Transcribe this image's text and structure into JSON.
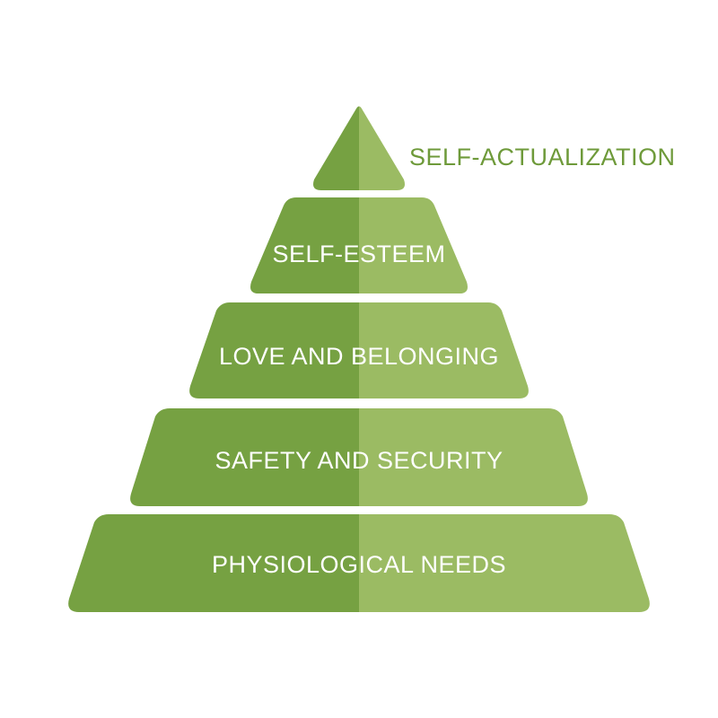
{
  "colors": {
    "background": "#ffffff",
    "dark_green": "#76a142",
    "light_green": "#9bbb63",
    "label_on_tier": "#ffffff",
    "label_outside": "#6e9a3a"
  },
  "pyramid": {
    "top_label": "SELF-ACTUALIZATION",
    "tiers": [
      {
        "label": "SELF-ESTEEM"
      },
      {
        "label": "LOVE AND BELONGING"
      },
      {
        "label": "SAFETY AND SECURITY"
      },
      {
        "label": "PHYSIOLOGICAL NEEDS"
      }
    ]
  }
}
